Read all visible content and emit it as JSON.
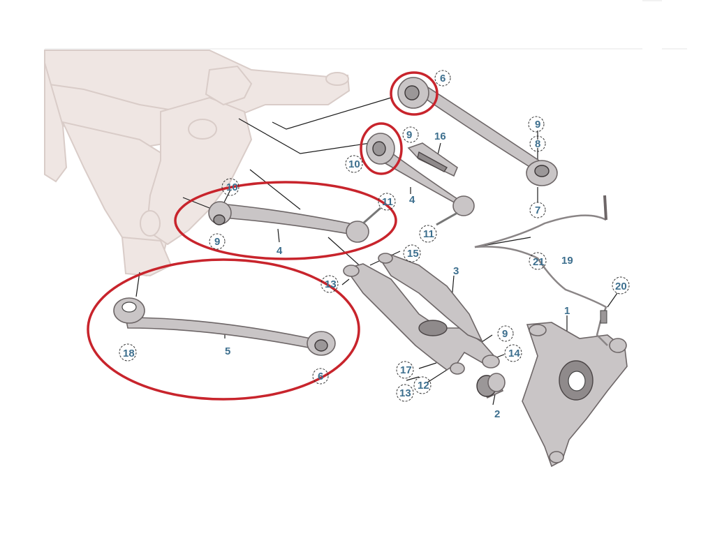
{
  "colors": {
    "highlight": "#c8242c",
    "callout_text": "#3d6f8e",
    "frame": "#efe6e3",
    "metal": "#c9c5c6"
  },
  "callouts": [
    {
      "id": "c1",
      "text": "1"
    },
    {
      "id": "c2",
      "text": "2"
    },
    {
      "id": "c3",
      "text": "3"
    },
    {
      "id": "c4a",
      "text": "4"
    },
    {
      "id": "c4b",
      "text": "4"
    },
    {
      "id": "c5",
      "text": "5"
    },
    {
      "id": "c6a",
      "text": "6"
    },
    {
      "id": "c6b",
      "text": "6"
    },
    {
      "id": "c7",
      "text": "7"
    },
    {
      "id": "c8",
      "text": "8"
    },
    {
      "id": "c9a",
      "text": "9"
    },
    {
      "id": "c9b",
      "text": "9"
    },
    {
      "id": "c9c",
      "text": "9"
    },
    {
      "id": "c9d",
      "text": "9"
    },
    {
      "id": "c10a",
      "text": "10"
    },
    {
      "id": "c10b",
      "text": "10"
    },
    {
      "id": "c11a",
      "text": "11"
    },
    {
      "id": "c11b",
      "text": "11"
    },
    {
      "id": "c12",
      "text": "12"
    },
    {
      "id": "c13a",
      "text": "13"
    },
    {
      "id": "c13b",
      "text": "13"
    },
    {
      "id": "c14",
      "text": "14"
    },
    {
      "id": "c15",
      "text": "15"
    },
    {
      "id": "c16",
      "text": "16"
    },
    {
      "id": "c17",
      "text": "17"
    },
    {
      "id": "c18",
      "text": "18"
    },
    {
      "id": "c19",
      "text": "19"
    },
    {
      "id": "c20",
      "text": "20"
    },
    {
      "id": "c21",
      "text": "21"
    }
  ]
}
